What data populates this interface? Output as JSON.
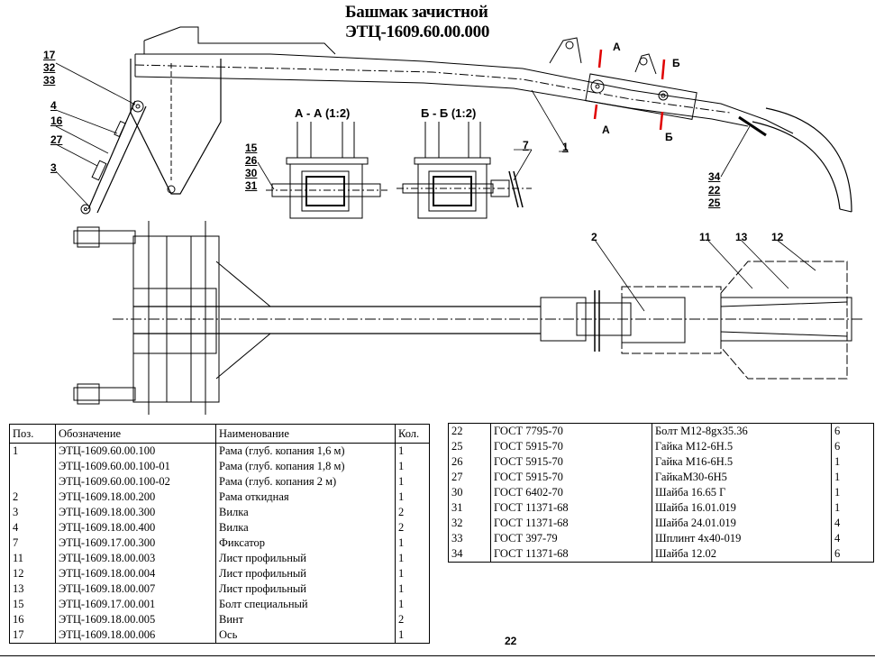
{
  "title": {
    "line1": "Башмак зачистной",
    "line2": "ЭТЦ-1609.60.00.000"
  },
  "callouts": {
    "p17": "17",
    "p32": "32",
    "p33": "33",
    "p4": "4",
    "p16": "16",
    "p27": "27",
    "p3": "3",
    "p15": "15",
    "p26": "26",
    "p30": "30",
    "p31": "31",
    "p7": "7",
    "p1": "1",
    "p34": "34",
    "p22": "22",
    "p25": "25",
    "p2": "2",
    "p11": "11",
    "p13": "13",
    "p12": "12",
    "secA1": "А",
    "secA2": "А",
    "secB1": "Б",
    "secB2": "Б"
  },
  "sections": {
    "aa": "А - А  (1:2)",
    "bb": "Б - Б  (1:2)"
  },
  "table1": {
    "headers": [
      "Поз.",
      "Обозначение",
      "Наименование",
      "Кол."
    ],
    "rows": [
      [
        "1",
        "ЭТЦ-1609.60.00.100",
        "Рама (глуб. копания 1,6 м)",
        "1"
      ],
      [
        "",
        "ЭТЦ-1609.60.00.100-01",
        "Рама (глуб. копания 1,8 м)",
        "1"
      ],
      [
        "",
        "ЭТЦ-1609.60.00.100-02",
        "Рама (глуб. копания 2 м)",
        "1"
      ],
      [
        "2",
        "ЭТЦ-1609.18.00.200",
        "Рама откидная",
        "1"
      ],
      [
        "3",
        "ЭТЦ-1609.18.00.300",
        "Вилка",
        "2"
      ],
      [
        "4",
        "ЭТЦ-1609.18.00.400",
        "Вилка",
        "2"
      ],
      [
        "7",
        "ЭТЦ-1609.17.00.300",
        "Фиксатор",
        "1"
      ],
      [
        "11",
        "ЭТЦ-1609.18.00.003",
        "Лист профильный",
        "1"
      ],
      [
        "12",
        "ЭТЦ-1609.18.00.004",
        "Лист профильный",
        "1"
      ],
      [
        "13",
        "ЭТЦ-1609.18.00.007",
        "Лист профильный",
        "1"
      ],
      [
        "15",
        "ЭТЦ-1609.17.00.001",
        "Болт специальный",
        "1"
      ],
      [
        "16",
        "ЭТЦ-1609.18.00.005",
        "Винт",
        "2"
      ],
      [
        "17",
        "ЭТЦ-1609.18.00.006",
        "Ось",
        "1"
      ]
    ]
  },
  "table2": {
    "rows": [
      [
        "22",
        "ГОСТ 7795-70",
        "Болт М12-8gx35.36",
        "6"
      ],
      [
        "25",
        "ГОСТ 5915-70",
        "Гайка М12-6Н.5",
        "6"
      ],
      [
        "26",
        "ГОСТ 5915-70",
        "Гайка М16-6Н.5",
        "1"
      ],
      [
        "27",
        "ГОСТ 5915-70",
        "ГайкаМ30-6Н5",
        "1"
      ],
      [
        "30",
        "ГОСТ 6402-70",
        "Шайба 16.65 Г",
        "1"
      ],
      [
        "31",
        "ГОСТ 11371-68",
        "Шайба 16.01.019",
        "1"
      ],
      [
        "32",
        "ГОСТ 11371-68",
        "Шайба 24.01.019",
        "4"
      ],
      [
        "33",
        "ГОСТ 397-79",
        "Шплинт 4х40-019",
        "4"
      ],
      [
        "34",
        "ГОСТ 11371-68",
        "Шайба 12.02",
        "6"
      ]
    ]
  },
  "page_number": "22",
  "colors": {
    "section_mark": "#e00000",
    "line": "#000000"
  }
}
